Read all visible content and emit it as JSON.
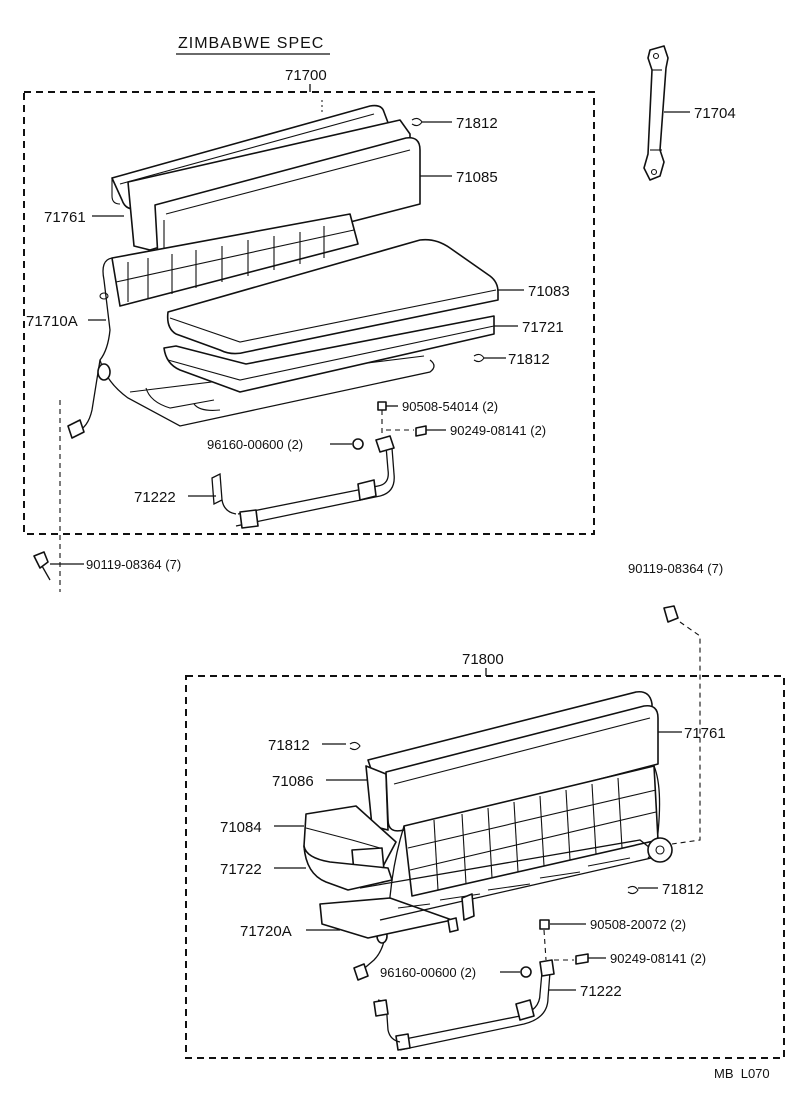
{
  "title": "ZIMBABWE SPEC",
  "footer_code": "MB  L070",
  "assembly_upper": {
    "number": "71700",
    "labels": {
      "p71812a": "71812",
      "p71704": "71704",
      "p71085": "71085",
      "p71761": "71761",
      "p71083": "71083",
      "p71710a": "71710A",
      "p71721": "71721",
      "p71812b": "71812",
      "p90508": "90508-54014 (2)",
      "p90249": "90249-08141 (2)",
      "p96160": "96160-00600 (2)",
      "p71222": "71222"
    }
  },
  "bolt_left": "90119-08364 (7)",
  "bolt_right": "90119-08364 (7)",
  "assembly_lower": {
    "number": "71800",
    "labels": {
      "p71812a": "71812",
      "p71761": "71761",
      "p71086": "71086",
      "p71084": "71084",
      "p71722": "71722",
      "p71812b": "71812",
      "p71720a": "71720A",
      "p90508": "90508-20072 (2)",
      "p96160": "96160-00600 (2)",
      "p90249": "90249-08141 (2)",
      "p71222": "71222"
    }
  }
}
